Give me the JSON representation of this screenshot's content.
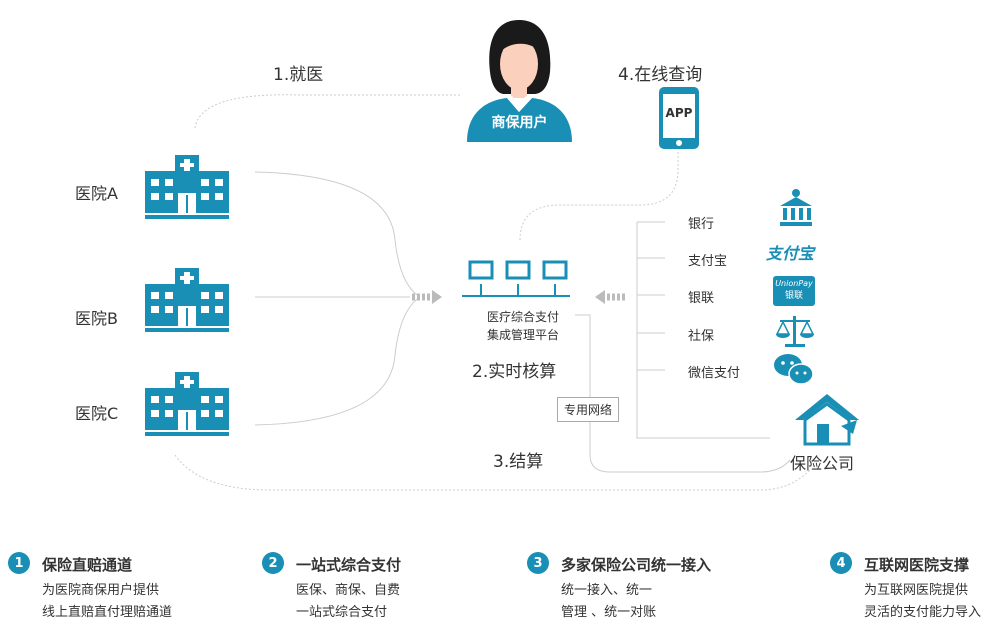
{
  "steps": {
    "s1": "1.就医",
    "s2": "2.实时核算",
    "s3": "3.结算",
    "s4": "4.在线查询"
  },
  "user_label": "商保用户",
  "app_label": "APP",
  "hospitals": [
    "医院A",
    "医院B",
    "医院C"
  ],
  "platform": {
    "line1": "医疗综合支付",
    "line2": "集成管理平台"
  },
  "network_label": "专用网络",
  "channels": [
    "银行",
    "支付宝",
    "银联",
    "社保",
    "微信支付"
  ],
  "insurer_label": "保险公司",
  "logos": {
    "alipay": "支付宝",
    "unionpay_top": "UnionPay",
    "unionpay_bottom": "银联"
  },
  "features": [
    {
      "num": "1",
      "title": "保险直赔通道",
      "desc1": "为医院商保用户提供",
      "desc2": "线上直赔直付理赔通道"
    },
    {
      "num": "2",
      "title": "一站式综合支付",
      "desc1": "医保、商保、自费",
      "desc2": "一站式综合支付"
    },
    {
      "num": "3",
      "title": "多家保险公司统一接入",
      "desc1": "统一接入、统一",
      "desc2": "管理 、统一对账"
    },
    {
      "num": "4",
      "title": "互联网医院支撑",
      "desc1": "为互联网医院提供",
      "desc2": "灵活的支付能力导入"
    }
  ],
  "colors": {
    "accent": "#1a8fb6",
    "line": "#cccccc",
    "text": "#333333"
  }
}
